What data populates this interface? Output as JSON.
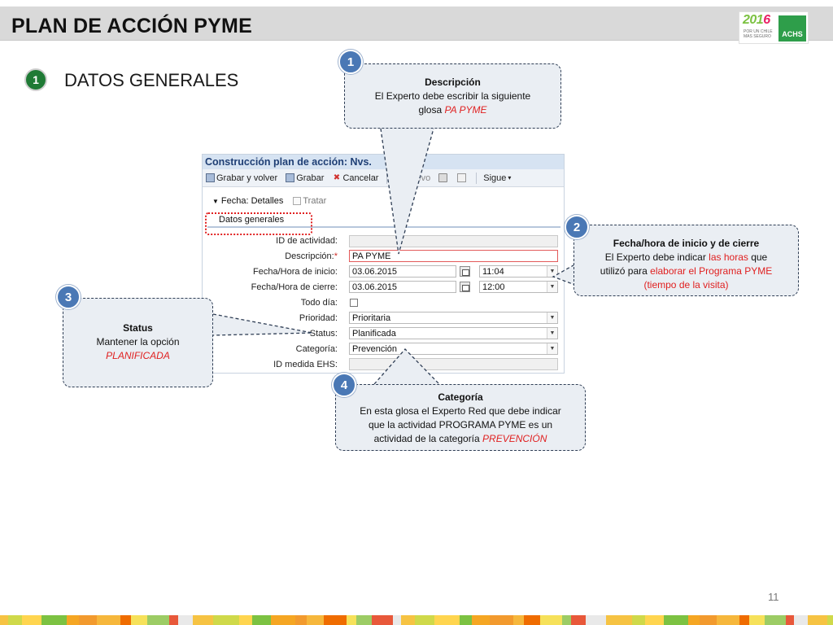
{
  "slide": {
    "title": "PLAN DE ACCIÓN PYME",
    "page_number": "11",
    "section": {
      "number": "1",
      "title": "DATOS GENERALES"
    },
    "logo": {
      "year_left": "201",
      "year_right": "6",
      "subtitle": "POR UN CHILE MAS SEGURO",
      "brand": "ACHS"
    }
  },
  "panel": {
    "title": "Construcción plan de acción: Nvs.",
    "toolbar": {
      "save_close": "Grabar y volver",
      "save": "Grabar",
      "cancel": "Cancelar",
      "new": "Nuevo",
      "next": "Sigue"
    },
    "tabs": {
      "active": "Fecha: Detalles",
      "other": "Tratar"
    },
    "subheader": "Datos generales",
    "fields": {
      "activity_id": {
        "label": "ID de actividad:",
        "value": ""
      },
      "description": {
        "label": "Descripción:",
        "required_mark": "*",
        "value": "PA PYME"
      },
      "start": {
        "label": "Fecha/Hora de inicio:",
        "date": "03.06.2015",
        "time": "11:04"
      },
      "end": {
        "label": "Fecha/Hora de cierre:",
        "date": "03.06.2015",
        "time": "12:00"
      },
      "all_day": {
        "label": "Todo día:"
      },
      "priority": {
        "label": "Prioridad:",
        "value": "Prioritaria"
      },
      "status": {
        "label": "Status:",
        "value": "Planificada"
      },
      "category": {
        "label": "Categoría:",
        "value": "Prevención"
      },
      "ehs_id": {
        "label": "ID medida EHS:",
        "value": ""
      }
    }
  },
  "callouts": [
    {
      "badge": "1",
      "title": "Descripción",
      "line1": "El Experto debe escribir la siguiente",
      "line2_prefix": "glosa ",
      "line2_red": "PA PYME"
    },
    {
      "badge": "2",
      "title": "Fecha/hora de inicio y de cierre",
      "line1_prefix": "El Experto debe indicar ",
      "line1_red": "las  horas",
      "line1_suffix": " que",
      "line2_prefix": "utilizó para ",
      "line2_red": "elaborar el Programa PYME",
      "line3_red": "(tiempo de la visita)"
    },
    {
      "badge": "3",
      "title": "Status",
      "line1": "Mantener la opción",
      "line2_red": "PLANIFICADA"
    },
    {
      "badge": "4",
      "title": "Categoría",
      "line1": "En esta glosa el Experto Red que debe indicar",
      "line2": "que la actividad PROGRAMA PYME es un",
      "line3_prefix": "actividad de la categoría  ",
      "line3_red": "PREVENCIÓN"
    }
  ],
  "colors": {
    "header_band": "#d9d9d9",
    "badge": "#4a78b5",
    "section_badge": "#1f7a35",
    "highlight_red": "#e02020",
    "callout_fill": "#eaeef3"
  }
}
